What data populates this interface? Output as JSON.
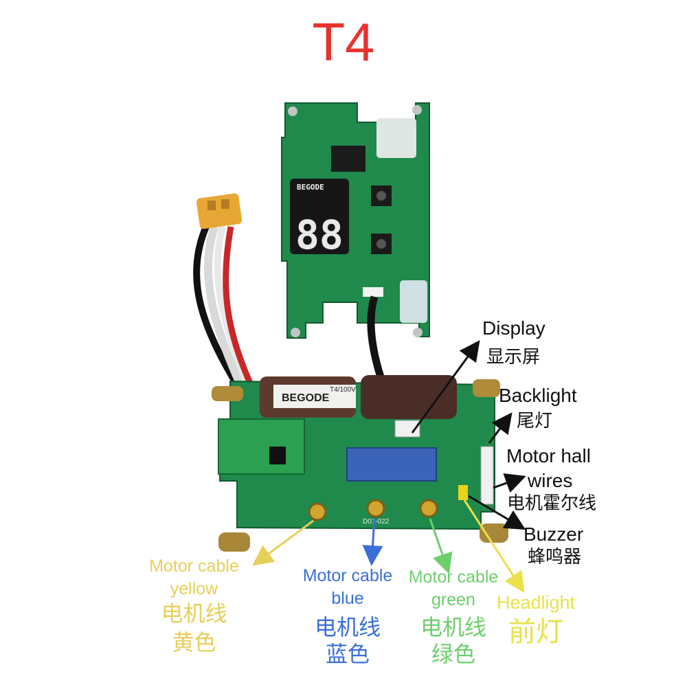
{
  "title": "T4",
  "board_print": {
    "display_brand": "BEGODE",
    "capacitor_brand": "BEGODE",
    "capacitor_rating": "T4/100V",
    "board_code": "D01-022"
  },
  "callouts": {
    "display": {
      "en": "Display",
      "zh": "显示屏"
    },
    "backlight": {
      "en": "Backlight",
      "zh": "尾灯"
    },
    "motor_hall": {
      "en1": "Motor hall",
      "en2": "wires",
      "zh": "电机霍尔线"
    },
    "buzzer": {
      "en": "Buzzer",
      "zh": "蜂鸣器"
    },
    "motor_yellow": {
      "en1": "Motor cable",
      "en2": "yellow",
      "zh1": "电机线",
      "zh2": "黄色"
    },
    "motor_blue": {
      "en1": "Motor cable",
      "en2": "blue",
      "zh1": "电机线",
      "zh2": "蓝色"
    },
    "motor_green": {
      "en1": "Motor cable",
      "en2": "green",
      "zh1": "电机线",
      "zh2": "绿色"
    },
    "headlight": {
      "en": "Headlight",
      "zh": "前灯"
    }
  },
  "colors": {
    "title": "#e8322e",
    "pcb": "#1f8a4c",
    "pcb_dark": "#146a38",
    "yellow_label": "#e8cf5a",
    "blue_label": "#3b6fd8",
    "green_label": "#6ccf6c",
    "headlight_label": "#e9e24a"
  }
}
